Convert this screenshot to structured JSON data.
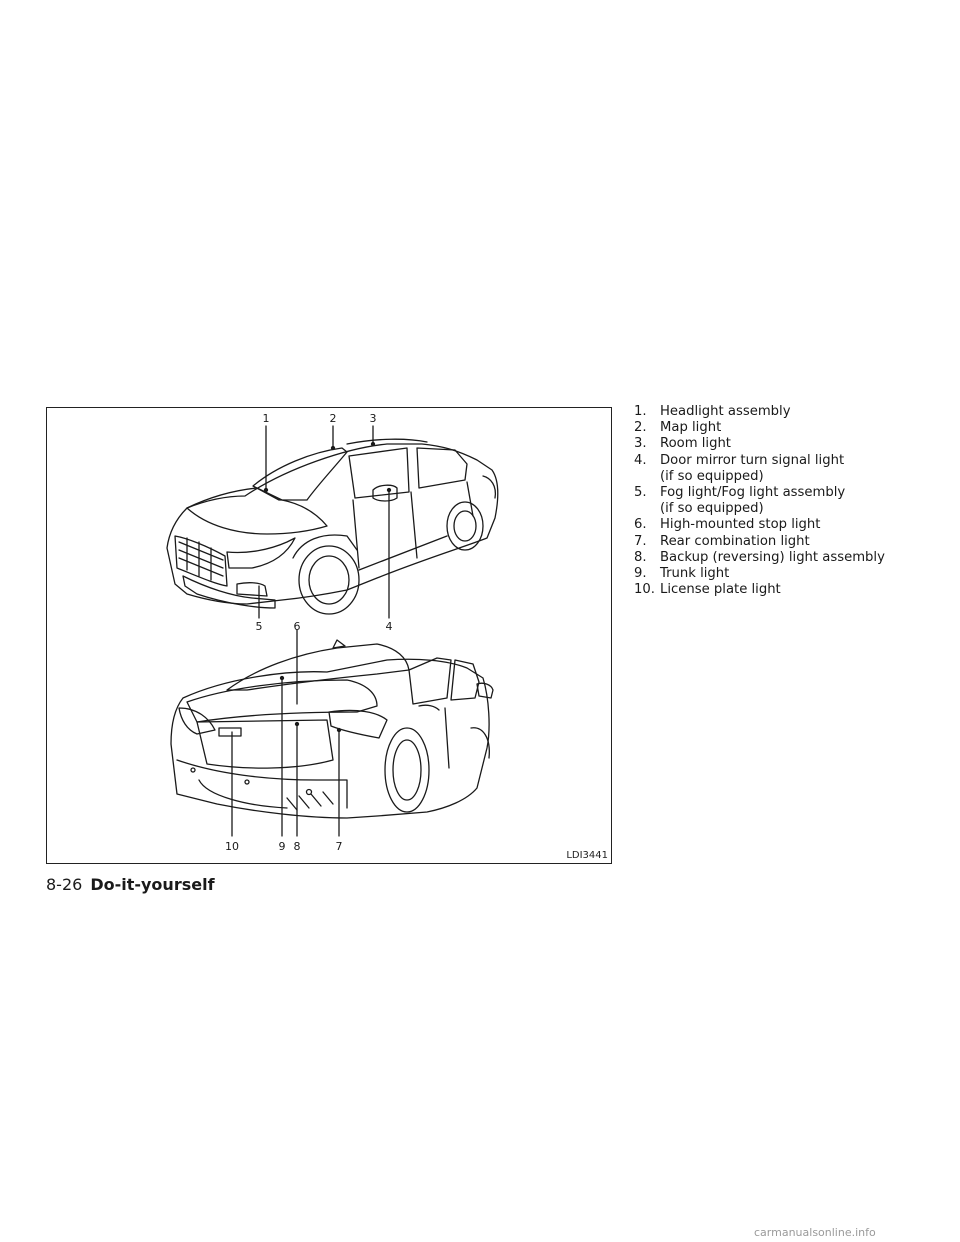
{
  "figure": {
    "code": "LDI3441",
    "callouts": [
      "1",
      "2",
      "3",
      "4",
      "5",
      "6",
      "7",
      "8",
      "9",
      "10"
    ]
  },
  "legend": [
    {
      "num": "1.",
      "text": "Headlight assembly"
    },
    {
      "num": "2.",
      "text": "Map light"
    },
    {
      "num": "3.",
      "text": "Room light"
    },
    {
      "num": "4.",
      "text": "Door mirror turn signal light",
      "sub": "(if so equipped)"
    },
    {
      "num": "5.",
      "text": "Fog light/Fog light assembly",
      "sub": "(if so equipped)"
    },
    {
      "num": "6.",
      "text": "High-mounted stop light"
    },
    {
      "num": "7.",
      "text": "Rear combination light"
    },
    {
      "num": "8.",
      "text": "Backup (reversing) light assembly"
    },
    {
      "num": "9.",
      "text": "Trunk light"
    },
    {
      "num": "10.",
      "text": "License plate light"
    }
  ],
  "footer": {
    "page": "8-26",
    "section": "Do-it-yourself"
  },
  "watermark": "carmanualsonline.info"
}
